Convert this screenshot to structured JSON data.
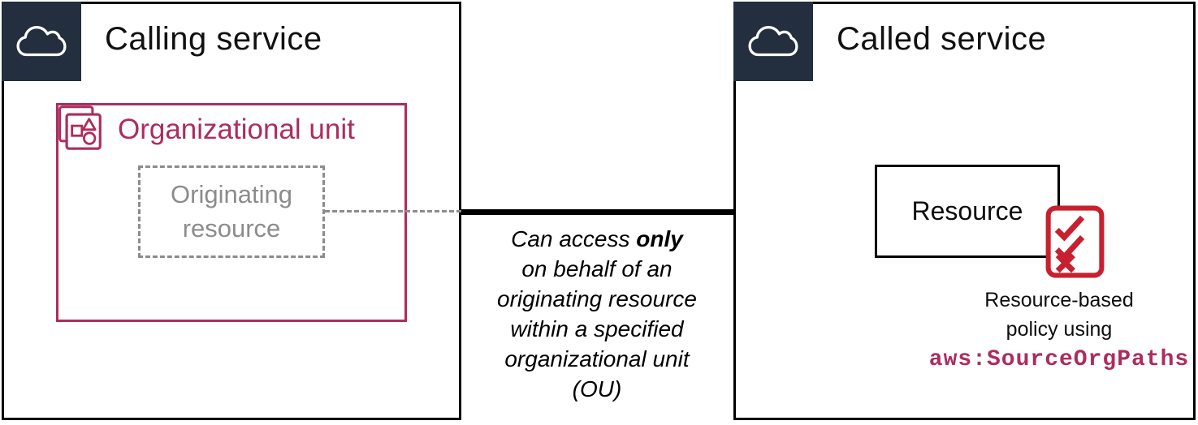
{
  "colors": {
    "navy": "#232f3e",
    "pink": "#ad2c5e",
    "red": "#c8202e",
    "gray": "#8c8c8c"
  },
  "calling_service": {
    "title": "Calling service",
    "organizational_unit": {
      "title": "Organizational unit",
      "originating_resource": {
        "lines": [
          "Originating",
          "resource"
        ]
      }
    }
  },
  "arrow_label": {
    "line1": {
      "normal": "Can access ",
      "bold": "only"
    },
    "lines": [
      "on behalf of an",
      "originating resource",
      "within a specified",
      "organizational unit",
      "(OU)"
    ]
  },
  "called_service": {
    "title": "Called service",
    "resource_label": "Resource",
    "policy_caption": {
      "lines": [
        "Resource-based",
        "policy using"
      ],
      "condition_key": "aws:SourceOrgPaths"
    }
  },
  "icons": {
    "calling_service_tile": "cloud-icon",
    "called_service_tile": "cloud-icon",
    "organizational_unit": "organizational-unit-icon",
    "policy": "policy-checklist-icon"
  }
}
